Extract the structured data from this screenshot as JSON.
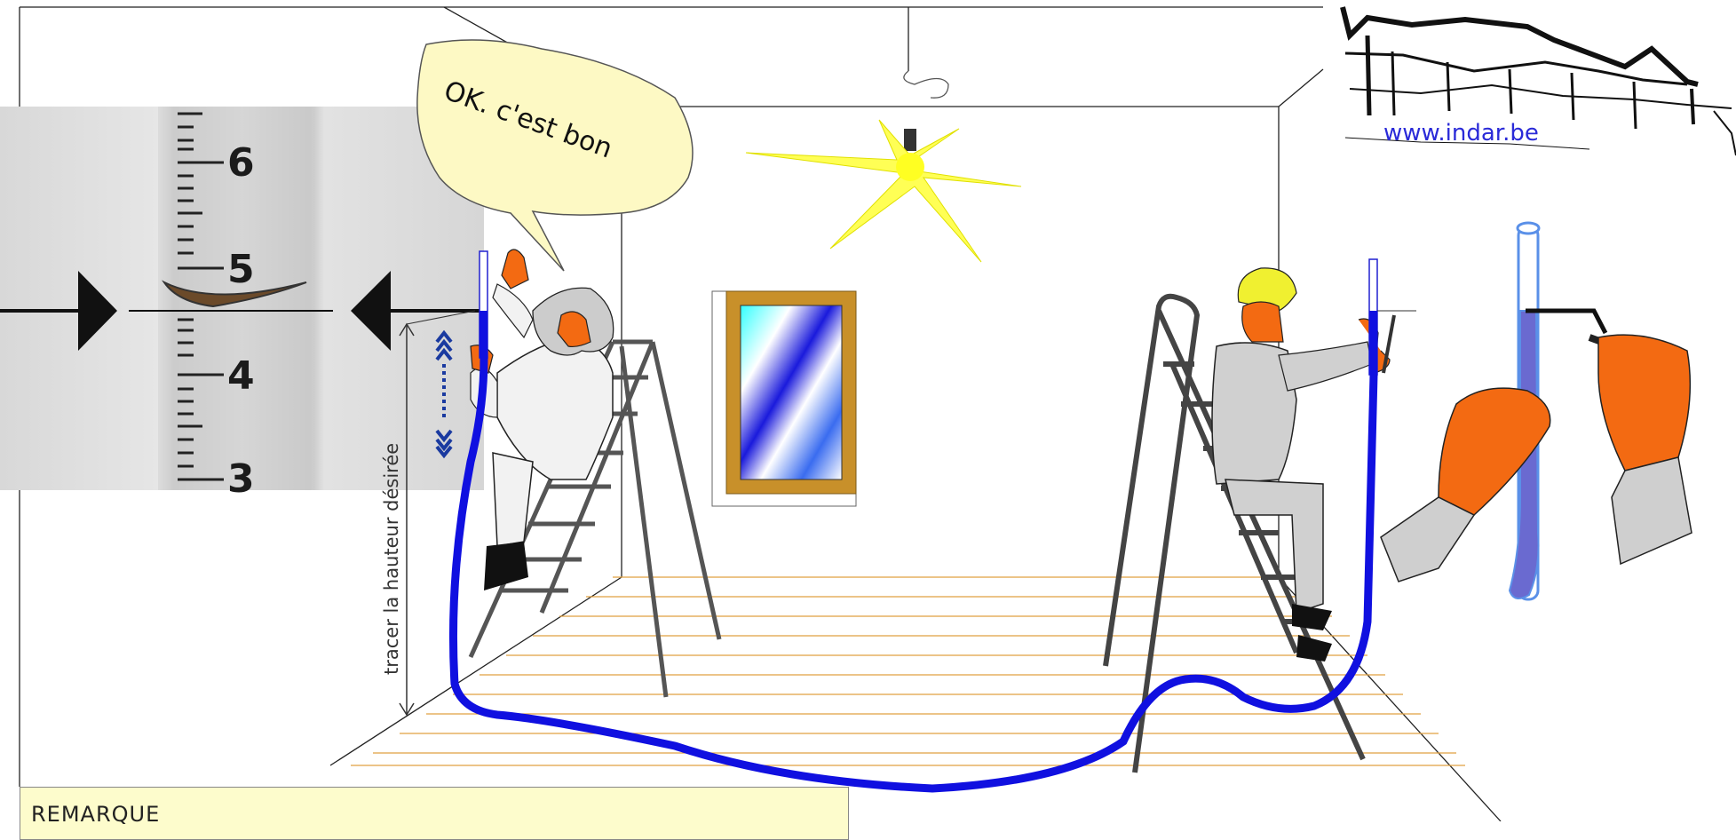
{
  "speech": {
    "text": "OK. c'est bon"
  },
  "site": {
    "url": "www.indar.be"
  },
  "measure_label": {
    "text": "tracer la hauteur désirée"
  },
  "scale": {
    "marks": [
      "6",
      "5",
      "4",
      "3"
    ]
  },
  "note": {
    "title": "REMARQUE"
  },
  "colors": {
    "hose": "#1010e0",
    "skin": "#f36a12",
    "light": "#ffff33",
    "frame": "#c8902a",
    "floor": "#e0a040",
    "note_bg": "#fdfccc"
  },
  "icons": [
    "house-sketch-icon",
    "light-bulb-icon",
    "arrow-right-icon",
    "arrow-left-icon",
    "double-arrow-icon"
  ]
}
